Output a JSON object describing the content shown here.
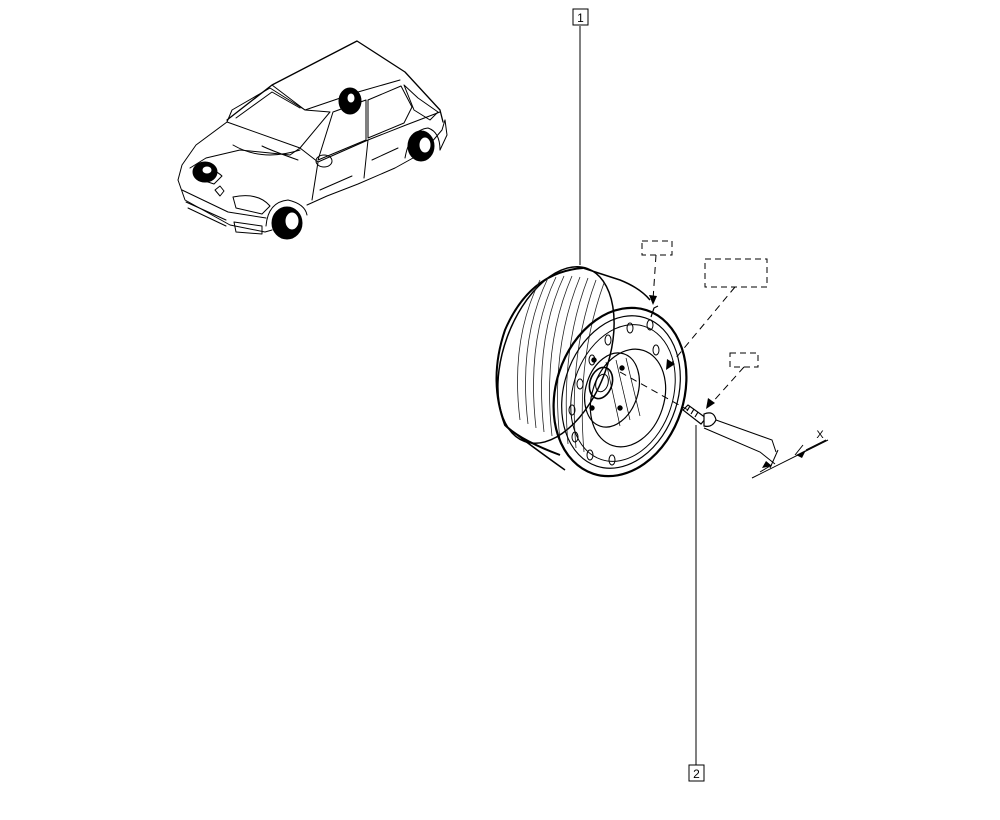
{
  "callouts": {
    "wheel": "1",
    "screw": "2"
  },
  "dimension": {
    "x_label": "X"
  },
  "colors": {
    "line": "#000000",
    "background": "#ffffff",
    "grey": "#555555"
  },
  "icons": {
    "car": "car-illustration",
    "wheel": "steel-wheel-rim",
    "screw": "wheel-bolt"
  }
}
